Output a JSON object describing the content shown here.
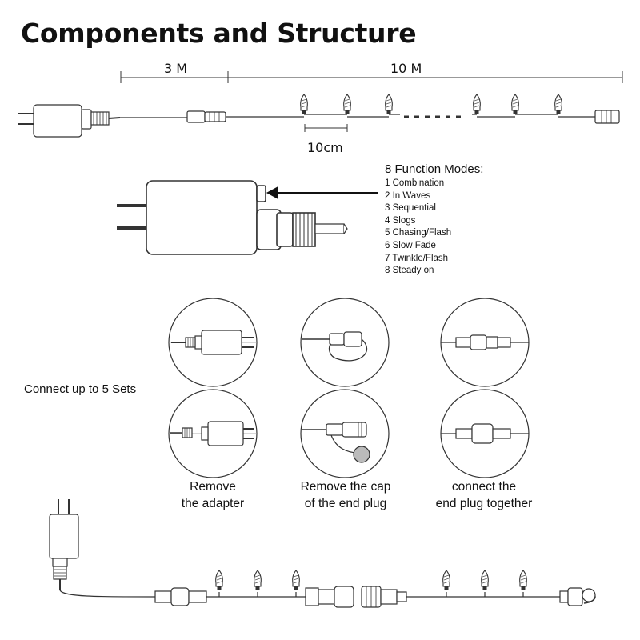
{
  "title": "Components and Structure",
  "dimensions": {
    "lead_cable": "3 M",
    "light_string": "10 M",
    "bulb_spacing": "10cm"
  },
  "function_modes": {
    "title": "8 Function Modes:",
    "items": [
      "1 Combination",
      "2 In Waves",
      "3 Sequential",
      "4 Slogs",
      "5 Chasing/Flash",
      "6 Slow Fade",
      "7 Twinkle/Flash",
      "8 Steady on"
    ]
  },
  "connect": {
    "label": "Connect up to 5 Sets",
    "steps": [
      {
        "line1": "Remove",
        "line2": "the adapter"
      },
      {
        "line1": "Remove the cap",
        "line2": "of the end plug"
      },
      {
        "line1": "connect the",
        "line2": "end plug together"
      }
    ]
  }
}
